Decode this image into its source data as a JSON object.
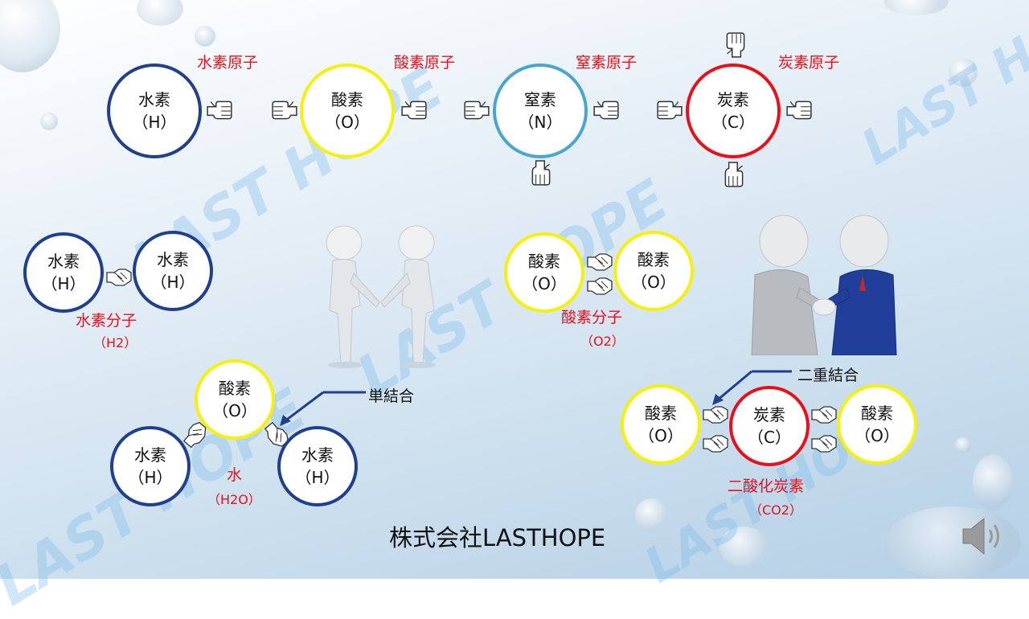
{
  "top_row": {
    "hydrogen": {
      "caption": "水素原子",
      "name": "水素",
      "symbol": "（H）",
      "color": "#1f3f8f"
    },
    "oxygen": {
      "caption": "酸素原子",
      "name": "酸素",
      "symbol": "（O）",
      "color": "#f5f10c"
    },
    "nitrogen": {
      "caption": "窒素原子",
      "name": "窒素",
      "symbol": "（N）",
      "color": "#4aa6cf"
    },
    "carbon": {
      "caption": "炭素原子",
      "name": "炭素",
      "symbol": "（C）",
      "color": "#e8101a"
    }
  },
  "h2": {
    "atom_name": "水素",
    "atom_symbol": "（H）",
    "label": "水素分子",
    "formula": "（H2）"
  },
  "o2": {
    "atom_name": "酸素",
    "atom_symbol": "（O）",
    "label": "酸素分子",
    "formula": "（O2）"
  },
  "water": {
    "o_name": "酸素",
    "o_symbol": "（O）",
    "h_name": "水素",
    "h_symbol": "（H）",
    "label": "水",
    "formula": "（H2O）",
    "bond_label": "単結合"
  },
  "co2": {
    "o_name": "酸素",
    "o_symbol": "（O）",
    "c_name": "炭素",
    "c_symbol": "（C）",
    "label": "二酸化炭素",
    "formula": "（CO2）",
    "bond_label": "二重結合"
  },
  "footer": {
    "company": "株式会社LASTHOPE"
  },
  "watermark": {
    "text": "LAST HOPE"
  },
  "icons": [
    "hand-icon",
    "handshake-icon",
    "speaker-icon",
    "people-handshake-figure",
    "businessmen-handshake-figure"
  ]
}
